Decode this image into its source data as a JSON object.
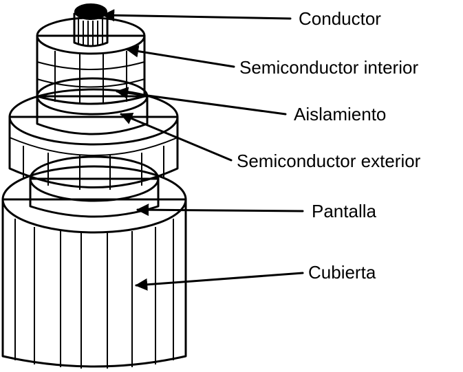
{
  "labels": {
    "conductor": "Conductor",
    "semi_interior": "Semiconductor interior",
    "aislamiento": "Aislamiento",
    "semi_exterior": "Semiconductor exterior",
    "pantalla": "Pantalla",
    "cubierta": "Cubierta"
  }
}
